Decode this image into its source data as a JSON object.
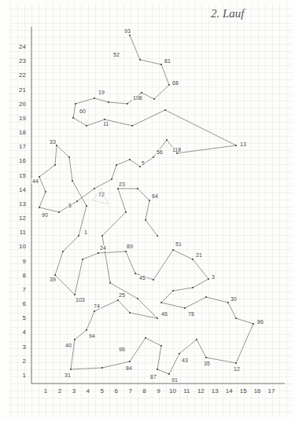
{
  "diagram": {
    "labels": [
      "2. Lauf",
      "1",
      "2",
      "3",
      "4",
      "5",
      "6",
      "7",
      "8",
      "9",
      "10",
      "11",
      "12",
      "13",
      "14",
      "15",
      "16",
      "17",
      "18",
      "19",
      "20",
      "21",
      "22",
      "23",
      "24",
      "1",
      "2",
      "3",
      "4",
      "5",
      "6",
      "7",
      "8",
      "9",
      "10",
      "11",
      "12",
      "13",
      "14",
      "15",
      "16",
      "17",
      "93",
      "52",
      "81",
      "68",
      "108",
      "19",
      "60",
      "11",
      "118",
      "13",
      "56",
      "33",
      "44",
      "90",
      "8",
      "72",
      "1",
      "39",
      "103",
      "24",
      "89",
      "45",
      "51",
      "21",
      "3",
      "86",
      "12",
      "35",
      "43",
      "91",
      "87",
      "84",
      "96",
      "31",
      "40",
      "94",
      "74",
      "25",
      "46",
      "78",
      "30",
      "64",
      "23",
      "5"
    ]
  }
}
